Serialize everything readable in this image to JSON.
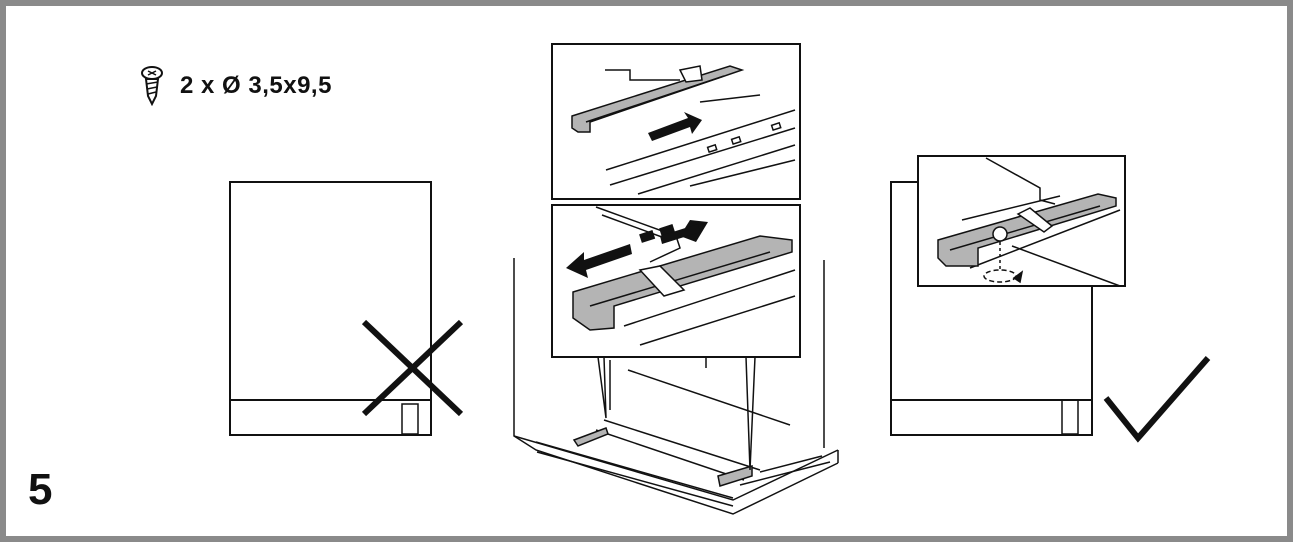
{
  "step_number": "5",
  "fastener": {
    "icon": "screw-icon",
    "spec_text": "2 x Ø 3,5x9,5"
  },
  "panels": [
    {
      "name": "incorrect-mounting",
      "status_icon": "cross-icon"
    },
    {
      "name": "bracket-installation",
      "detail_icons": [
        "insert-arrow-icon",
        "slide-double-arrow-icon"
      ]
    },
    {
      "name": "correct-mounting",
      "status_icon": "check-icon"
    }
  ],
  "colors": {
    "frame": "#8a8a8a",
    "line": "#111111",
    "bracket_fill": "#b4b4b4"
  }
}
